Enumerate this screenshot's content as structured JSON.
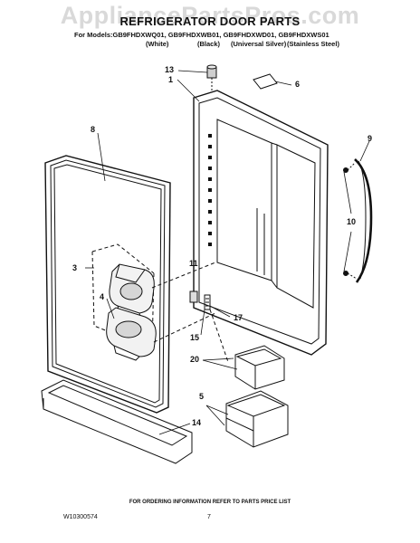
{
  "watermark": "AppliancePartsPros.com",
  "title": "REFRIGERATOR DOOR PARTS",
  "models_line": "For Models:GB9FHDXWQ01, GB9FHDXWB01, GB9FHDXWD01, GB9FHDXWS01",
  "finishes": [
    "(White)",
    "(Black)",
    "(Universal Silver)",
    "(Stainless Steel)"
  ],
  "callouts": [
    "13",
    "1",
    "6",
    "8",
    "9",
    "10",
    "3",
    "11",
    "4",
    "17",
    "15",
    "20",
    "5",
    "14"
  ],
  "footer": {
    "ordering_note": "FOR ORDERING INFORMATION REFER TO PARTS PRICE LIST",
    "doc_id": "W10300574",
    "page_number": "7"
  }
}
